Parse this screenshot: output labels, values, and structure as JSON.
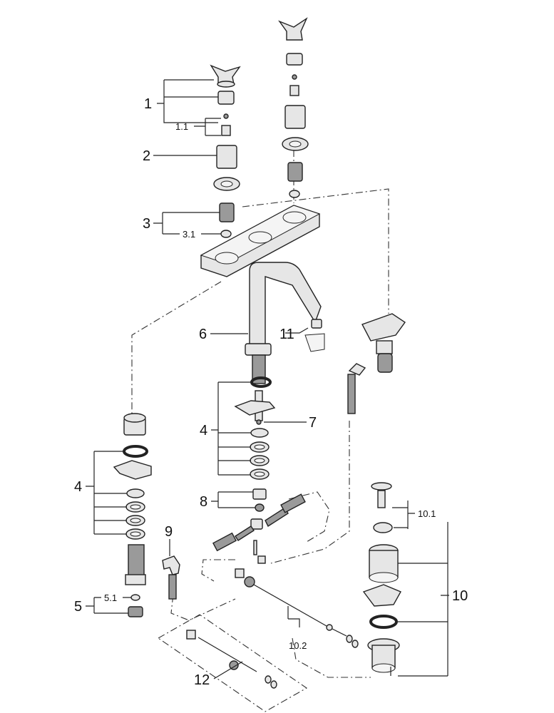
{
  "labels": {
    "l1": "1",
    "l1_1": "1.1",
    "l2": "2",
    "l3": "3",
    "l3_1": "3.1",
    "l4_left": "4",
    "l4_center": "4",
    "l5": "5",
    "l5_1": "5.1",
    "l6": "6",
    "l7": "7",
    "l8": "8",
    "l9": "9",
    "l10": "10",
    "l10_1": "10.1",
    "l10_2": "10.2",
    "l11": "11",
    "l12": "12"
  }
}
